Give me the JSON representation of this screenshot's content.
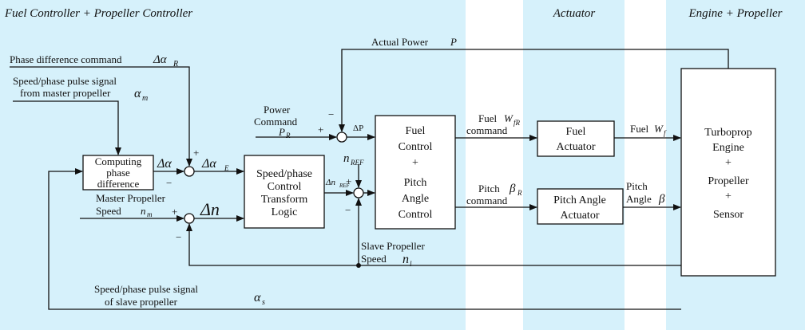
{
  "regions": {
    "controller": "Fuel Controller + Propeller Controller",
    "actuator": "Actuator",
    "engine": "Engine + Propeller"
  },
  "blocks": {
    "computing_phase": [
      "Computing",
      "phase",
      "difference"
    ],
    "speed_phase_logic": [
      "Speed/phase",
      "Control",
      "Transform",
      "Logic"
    ],
    "fuel_pitch_control": [
      "Fuel",
      "Control",
      "+",
      "Pitch",
      "Angle",
      "Control"
    ],
    "fuel_actuator": [
      "Fuel",
      "Actuator"
    ],
    "pitch_actuator": [
      "Pitch Angle",
      "Actuator"
    ],
    "engine": [
      "Turboprop",
      "Engine",
      "+",
      "Propeller",
      "+",
      "Sensor"
    ]
  },
  "labels": {
    "actual_power": "Actual Power",
    "actual_power_sym": "P",
    "phase_cmd": "Phase difference command",
    "phase_cmd_sym": "Δα",
    "phase_cmd_sub": "R",
    "speed_pulse_1": "Speed/phase pulse signal",
    "speed_pulse_2": "from master propeller",
    "alpha_m": "α",
    "alpha_m_sub": "m",
    "power_cmd_1": "Power",
    "power_cmd_2": "Command",
    "pr": "P",
    "pr_sub": "R",
    "delta_p": "ΔP",
    "delta_alpha": "Δα",
    "delta_alpha_e": "Δα",
    "delta_alpha_e_sub": "E",
    "n_ref": "n",
    "n_ref_sub": "REF",
    "delta_n_ref": "Δn",
    "delta_n_ref_sub": "REF",
    "master_speed_1": "Master Propeller",
    "master_speed_2": "Speed",
    "n_m": "n",
    "n_m_sub": "m",
    "delta_n": "Δn",
    "slave_speed_1": "Slave Propeller",
    "slave_speed_2": "Speed",
    "n_l": "n",
    "n_l_sub": "l",
    "fuel_cmd_1": "Fuel",
    "fuel_cmd_sym": "W",
    "fuel_cmd_sub": "fR",
    "fuel_cmd_2": "command",
    "pitch_cmd_1": "Pitch",
    "pitch_cmd_sym": "β",
    "pitch_cmd_sub": "R",
    "pitch_cmd_2": "command",
    "fuel_out": "Fuel",
    "fuel_out_sym": "W",
    "fuel_out_sub": "f",
    "pitch_out_1": "Pitch",
    "pitch_out_2": "Angle",
    "pitch_out_sym": "β",
    "slave_pulse_1": "Speed/phase pulse signal",
    "slave_pulse_2": "of slave propeller",
    "alpha_s": "α",
    "alpha_s_sub": "s"
  },
  "signs": {
    "plus": "+",
    "minus": "−"
  },
  "colors": {
    "region_fill": "#d6f1fb",
    "line": "#111111"
  }
}
